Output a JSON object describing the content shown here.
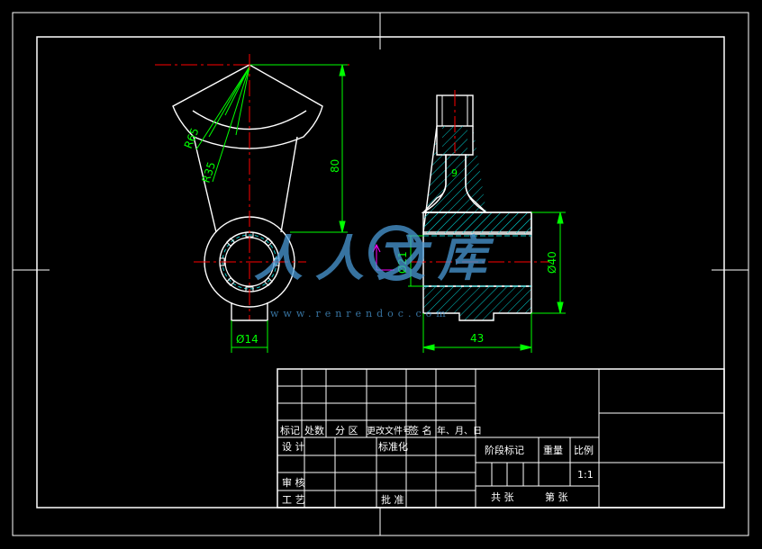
{
  "colors": {
    "background": "#000000",
    "line": "#ffffff",
    "dimension": "#00ff00",
    "centerline": "#ff0000",
    "hatch": "#00c8c8",
    "marker": "#ff00ff",
    "watermark": "#4a9ad6"
  },
  "dimensions": {
    "radius_outer": "R65",
    "radius_inner": "R35",
    "height": "80",
    "bore_diameter": "Ø14",
    "width": "43",
    "outer_diameter": "Ø40",
    "inner_diameter": "Ø21",
    "thickness": "9"
  },
  "title_block": {
    "header_mark": "标记",
    "header_count": "处数",
    "header_zone": "分 区",
    "header_doc": "更改文件号",
    "header_sign": "签 名",
    "header_date": "年、月、日",
    "designer": "设 计",
    "standardize": "标准化",
    "review": "审 核",
    "process": "工 艺",
    "approve": "批 准",
    "stage_mark": "阶段标记",
    "weight": "重量",
    "scale": "比例",
    "scale_value": "1:1",
    "total_sheets": "共    张",
    "sheet_no": "第    张"
  },
  "watermark": {
    "text": "人人文库",
    "url": "www.renrendoc.com"
  }
}
